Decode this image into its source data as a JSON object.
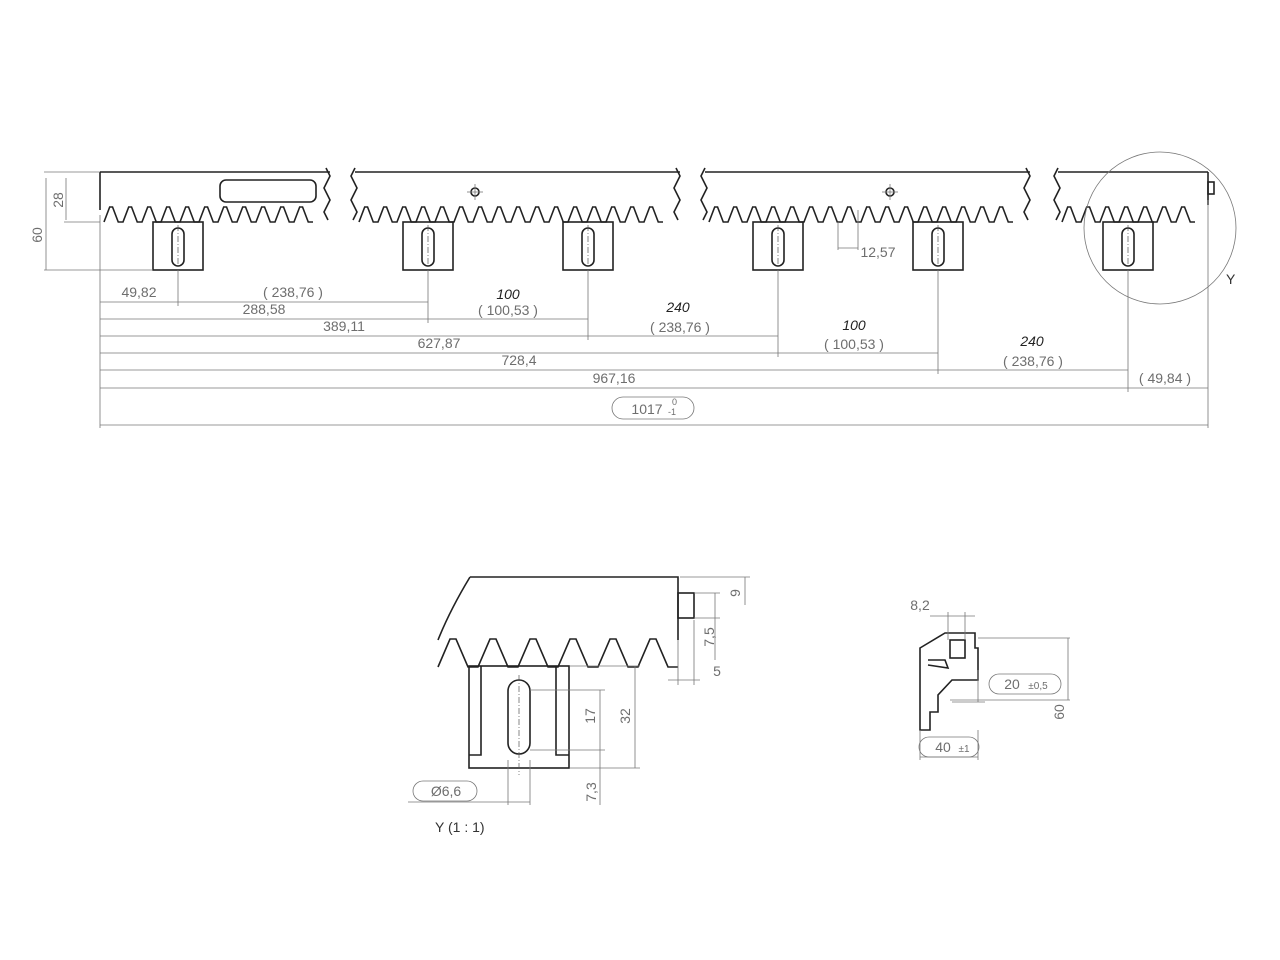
{
  "main_view": {
    "height_total": "60",
    "height_pitch": "28",
    "pitch": "12,57",
    "view_marker": "Y",
    "chain_dims": [
      {
        "total": "49,82",
        "segment": "( 238,76 )",
        "nominal": ""
      },
      {
        "total": "288,58",
        "segment": "( 100,53 )",
        "nominal": "100"
      },
      {
        "total": "389,11",
        "segment": "( 238,76 )",
        "nominal": "240"
      },
      {
        "total": "627,87",
        "segment": "( 100,53 )",
        "nominal": "100"
      },
      {
        "total": "728,4",
        "segment": "( 238,76 )",
        "nominal": "240"
      },
      {
        "total": "967,16",
        "segment": "( 49,84 )",
        "nominal": ""
      }
    ],
    "overall_length": "1017",
    "overall_tol_upper": "0",
    "overall_tol_lower": "-1"
  },
  "detail_view": {
    "title": "Y  (1 : 1)",
    "dims": {
      "d9": "9",
      "d7_5": "7,5",
      "d5": "5",
      "d17": "17",
      "d32": "32",
      "d7_3": "7,3",
      "hole": "Ø6,6"
    }
  },
  "side_view": {
    "d8_2": "8,2",
    "d20": "20",
    "d20_tol": "±0,5",
    "d60": "60",
    "d40": "40",
    "d40_tol": "±1"
  }
}
